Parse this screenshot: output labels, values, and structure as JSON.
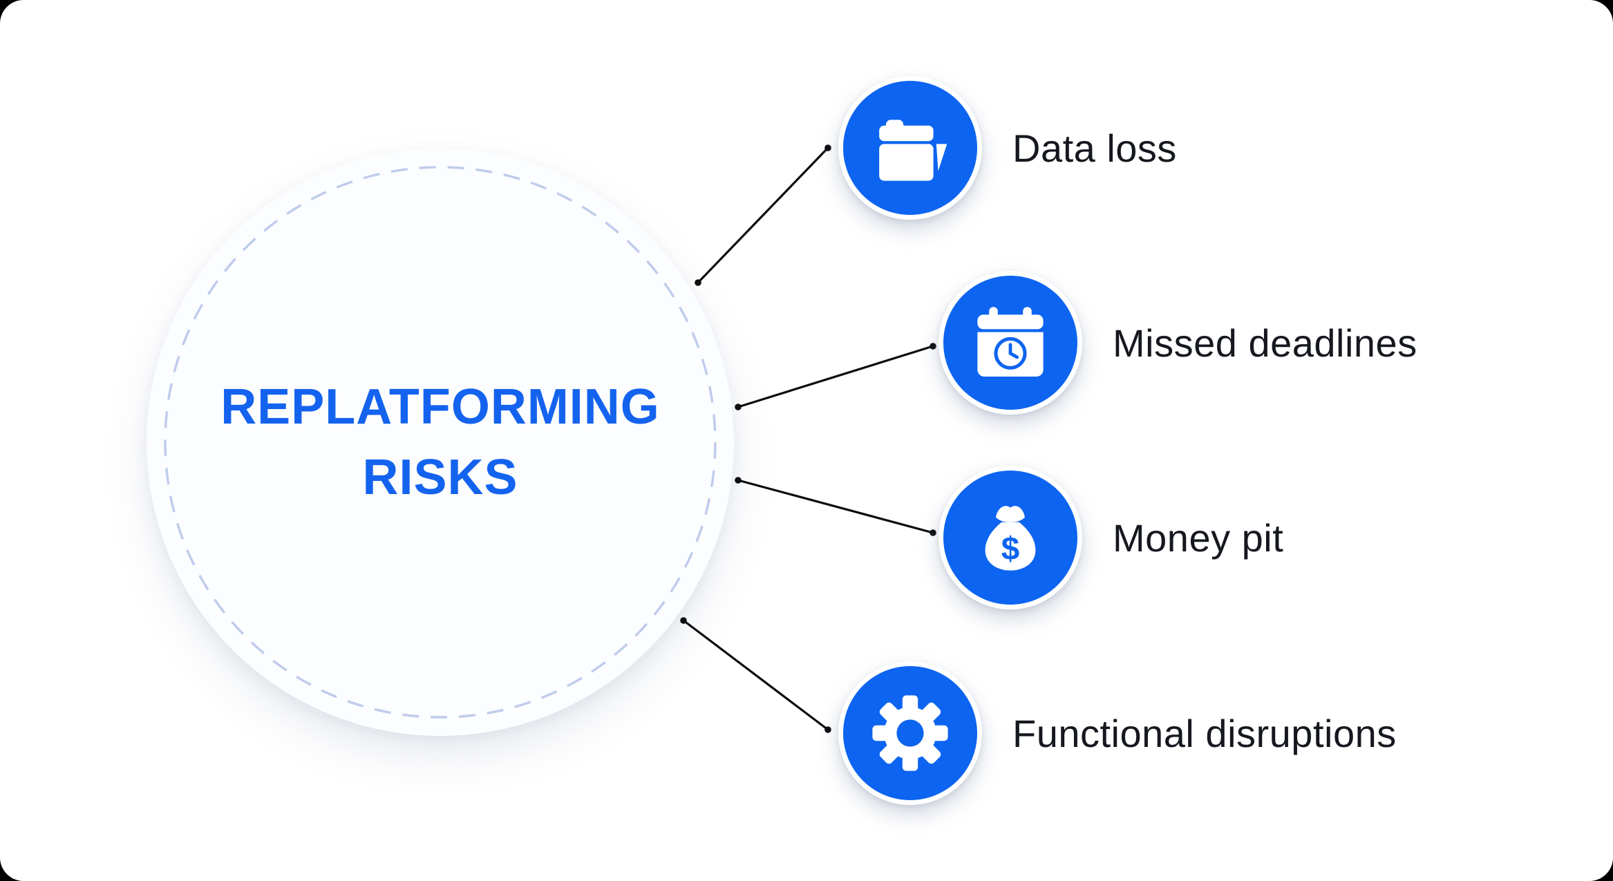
{
  "title": {
    "lines": [
      "REPLATFORMING",
      "RISKS"
    ]
  },
  "items": [
    {
      "label": "Data loss",
      "icon": "folder-icon"
    },
    {
      "label": "Missed deadlines",
      "icon": "calendar-clock-icon"
    },
    {
      "label": "Money pit",
      "icon": "money-bag-icon"
    },
    {
      "label": "Functional disruptions",
      "icon": "gear-icon"
    }
  ],
  "icons": {
    "dollar_glyph": "$"
  },
  "colors": {
    "accent_blue": "#0D64F0",
    "title_blue": "#1463EF",
    "dashed_ring": "#C0CCEC",
    "connector_line": "#0B0C0E",
    "label_text": "#15181E",
    "canvas_background": "#FFFFFF",
    "outer_background": "#000000",
    "badge_ring": "#FFFFFF"
  }
}
